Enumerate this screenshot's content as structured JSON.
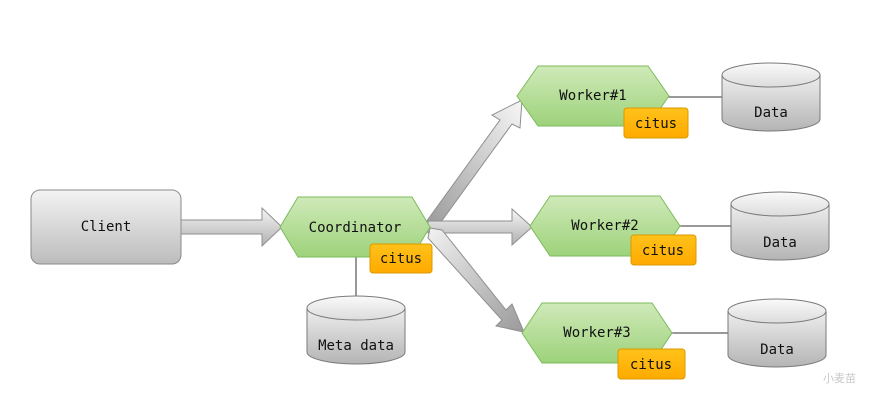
{
  "client": {
    "label": "Client"
  },
  "coordinator": {
    "label": "Coordinator",
    "extension": "citus",
    "metadata_label": "Meta data"
  },
  "workers": [
    {
      "label": "Worker#1",
      "extension": "citus",
      "data_label": "Data"
    },
    {
      "label": "Worker#2",
      "extension": "citus",
      "data_label": "Data"
    },
    {
      "label": "Worker#3",
      "extension": "citus",
      "data_label": "Data"
    }
  ],
  "watermark": "小麦苗",
  "colors": {
    "node_fill_top": "#c9e8b2",
    "node_fill_bottom": "#9fd47c",
    "node_stroke": "#7cb85a",
    "tag_fill": "#ffb400",
    "tag_stroke": "#d99200",
    "db_fill_light": "#f2f2f2",
    "db_fill_dark": "#bdbdbd",
    "arrow_light": "#f4f4f4",
    "arrow_dark": "#a8a8a8"
  }
}
